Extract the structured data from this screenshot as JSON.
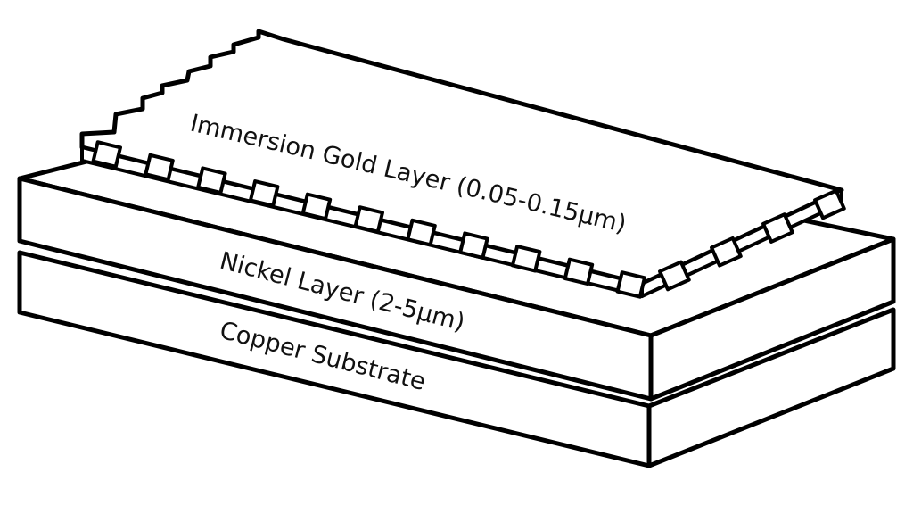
{
  "diagram": {
    "layers": [
      {
        "id": "gold",
        "label": "Immersion Gold Layer (0.05-0.15µm)"
      },
      {
        "id": "nickel",
        "label": "Nickel Layer (2-5µm)"
      },
      {
        "id": "copper",
        "label": "Copper Substrate"
      }
    ],
    "colors": {
      "stroke": "#000000",
      "fill": "#ffffff"
    }
  }
}
